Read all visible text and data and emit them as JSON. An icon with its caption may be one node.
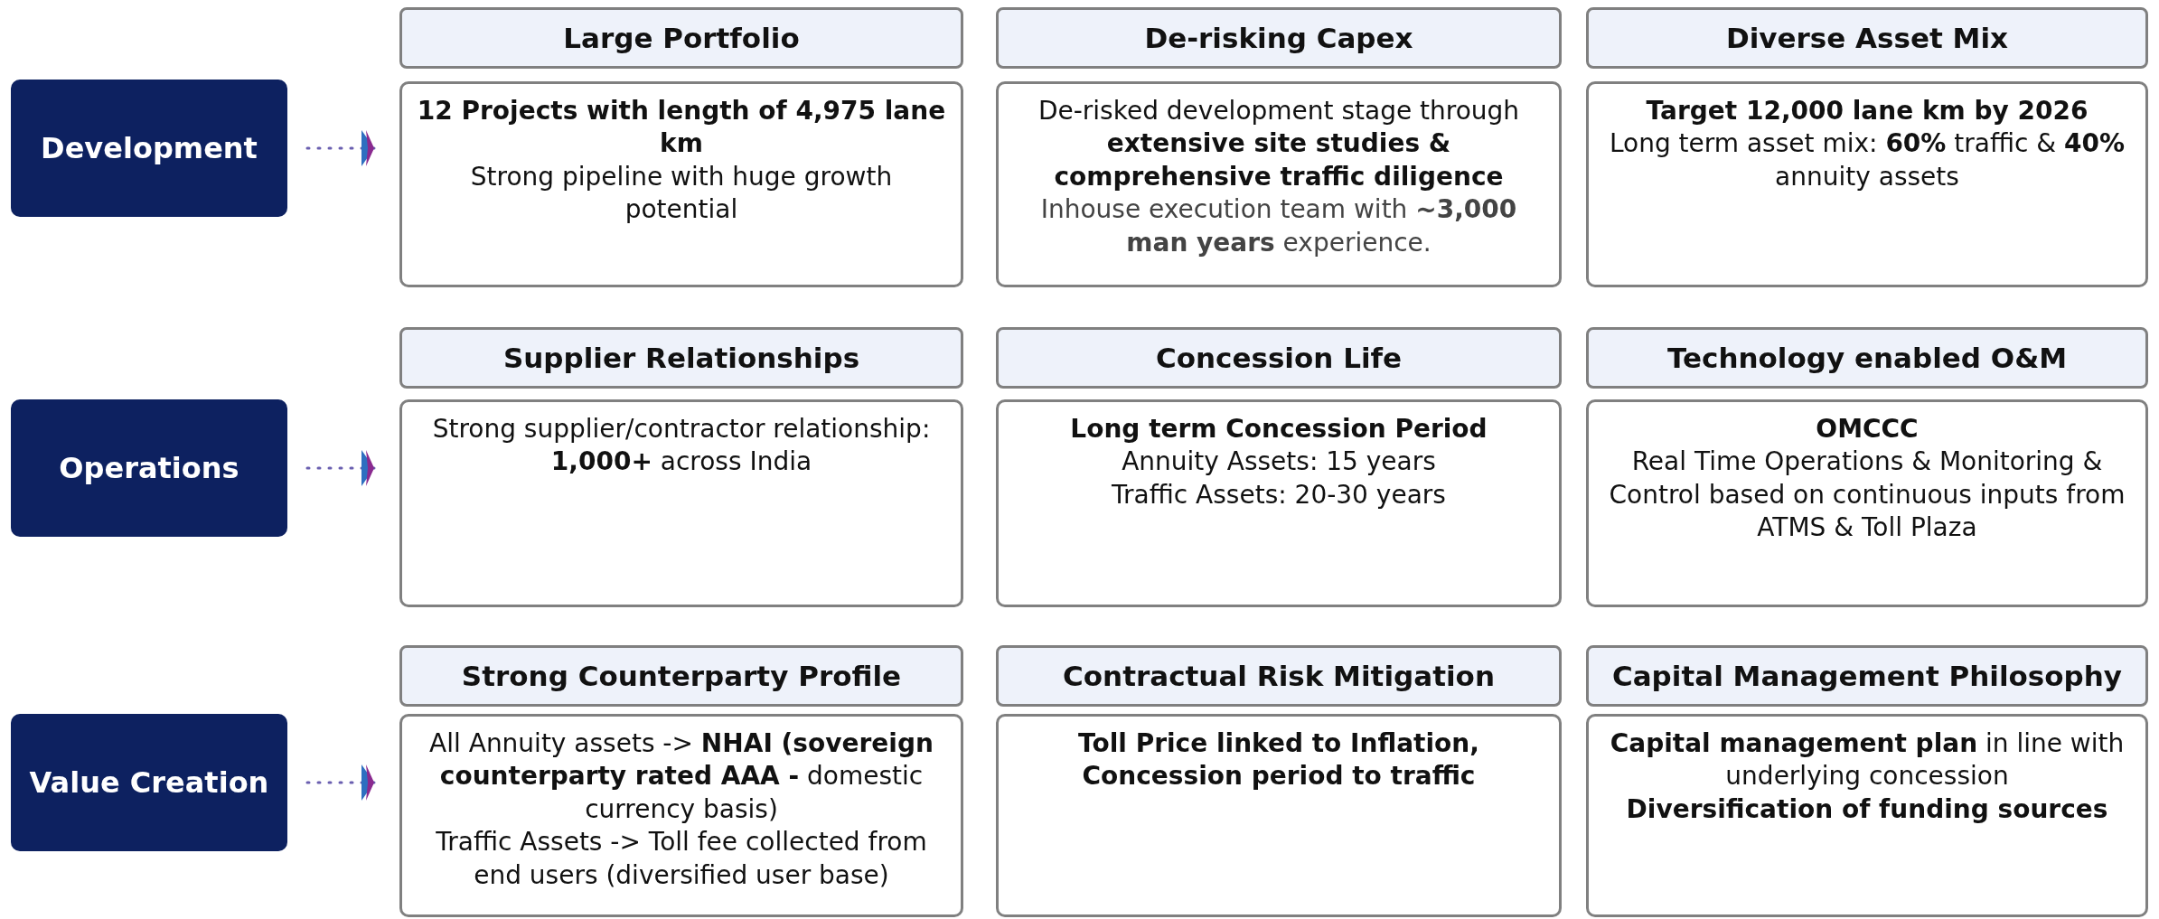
{
  "diagram": {
    "nodes": [
      {
        "text": [
          "Development"
        ]
      },
      {
        "text": [
          "Large Portfolio"
        ]
      },
      {
        "text": [
          "De-risking Capex"
        ]
      },
      {
        "text": [
          "Diverse Asset Mix"
        ]
      },
      {
        "text": [
          "12 Projects with length of 4,975 lane km",
          "Strong pipeline with huge growth potential"
        ]
      },
      {
        "text": [
          "De-risked development stage through **extensive site studies & comprehensive traffic diligence**",
          "Inhouse execution team with **~3,000 man years** experience."
        ]
      },
      {
        "text": [
          "Target 12,000 lane km by 2026",
          "Long term asset mix: **60%** traffic & **40%** annuity assets"
        ]
      },
      {
        "text": [
          "Operations"
        ]
      },
      {
        "text": [
          "Supplier Relationships"
        ]
      },
      {
        "text": [
          "Concession Life"
        ]
      },
      {
        "text": [
          "Technology enabled O&M"
        ]
      },
      {
        "text": [
          "Strong supplier/contractor relationship: **1,000+** across India"
        ]
      },
      {
        "text": [
          "Long term Concession Period",
          "Annuity Assets: 15 years",
          "Traffic Assets: 20-30 years"
        ]
      },
      {
        "text": [
          "OMCCC",
          "Real Time Operations & Monitoring & Control based on continuous inputs from ATMS & Toll Plaza"
        ]
      },
      {
        "text": [
          "Value Creation"
        ]
      },
      {
        "text": [
          "Strong Counterparty Profile"
        ]
      },
      {
        "text": [
          "Contractual Risk Mitigation"
        ]
      },
      {
        "text": [
          "Capital Management Philosophy"
        ]
      },
      {
        "text": [
          "All Annuity assets -> **NHAI (sovereign counterparty rated AAA -** domestic currency basis)",
          "Traffic Assets -> Toll fee collected from end users (diversified user base)"
        ]
      },
      {
        "text": [
          "Toll Price linked to Inflation, Concession period to traffic"
        ]
      },
      {
        "text": [
          "**Capital management plan** in line with underlying concession",
          "Diversification of funding sources"
        ]
      }
    ],
    "edges": [
      {
        "from": 0,
        "to": 4,
        "arrow": "to",
        "style": "dashed"
      },
      {
        "from": 7,
        "to": 11,
        "arrow": "to",
        "style": "dashed"
      },
      {
        "from": 14,
        "to": 18,
        "arrow": "to",
        "style": "dashed"
      }
    ]
  }
}
